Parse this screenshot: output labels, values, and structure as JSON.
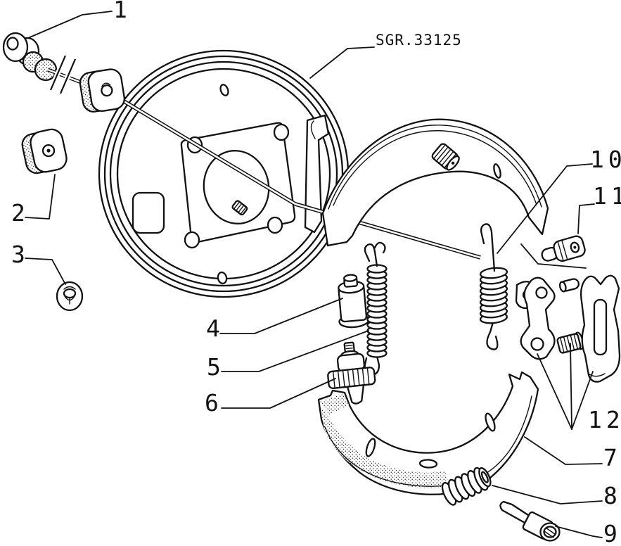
{
  "diagram": {
    "drawing_code": "SGR.33125",
    "callouts": [
      {
        "label": "1"
      },
      {
        "label": "2"
      },
      {
        "label": "3"
      },
      {
        "label": "4"
      },
      {
        "label": "5"
      },
      {
        "label": "6"
      },
      {
        "label": "7"
      },
      {
        "label": "8"
      },
      {
        "label": "9"
      },
      {
        "label": "10"
      },
      {
        "label": "11"
      },
      {
        "label": "12"
      }
    ]
  },
  "colors": {
    "line_color": "#111111",
    "background": "#ffffff"
  }
}
